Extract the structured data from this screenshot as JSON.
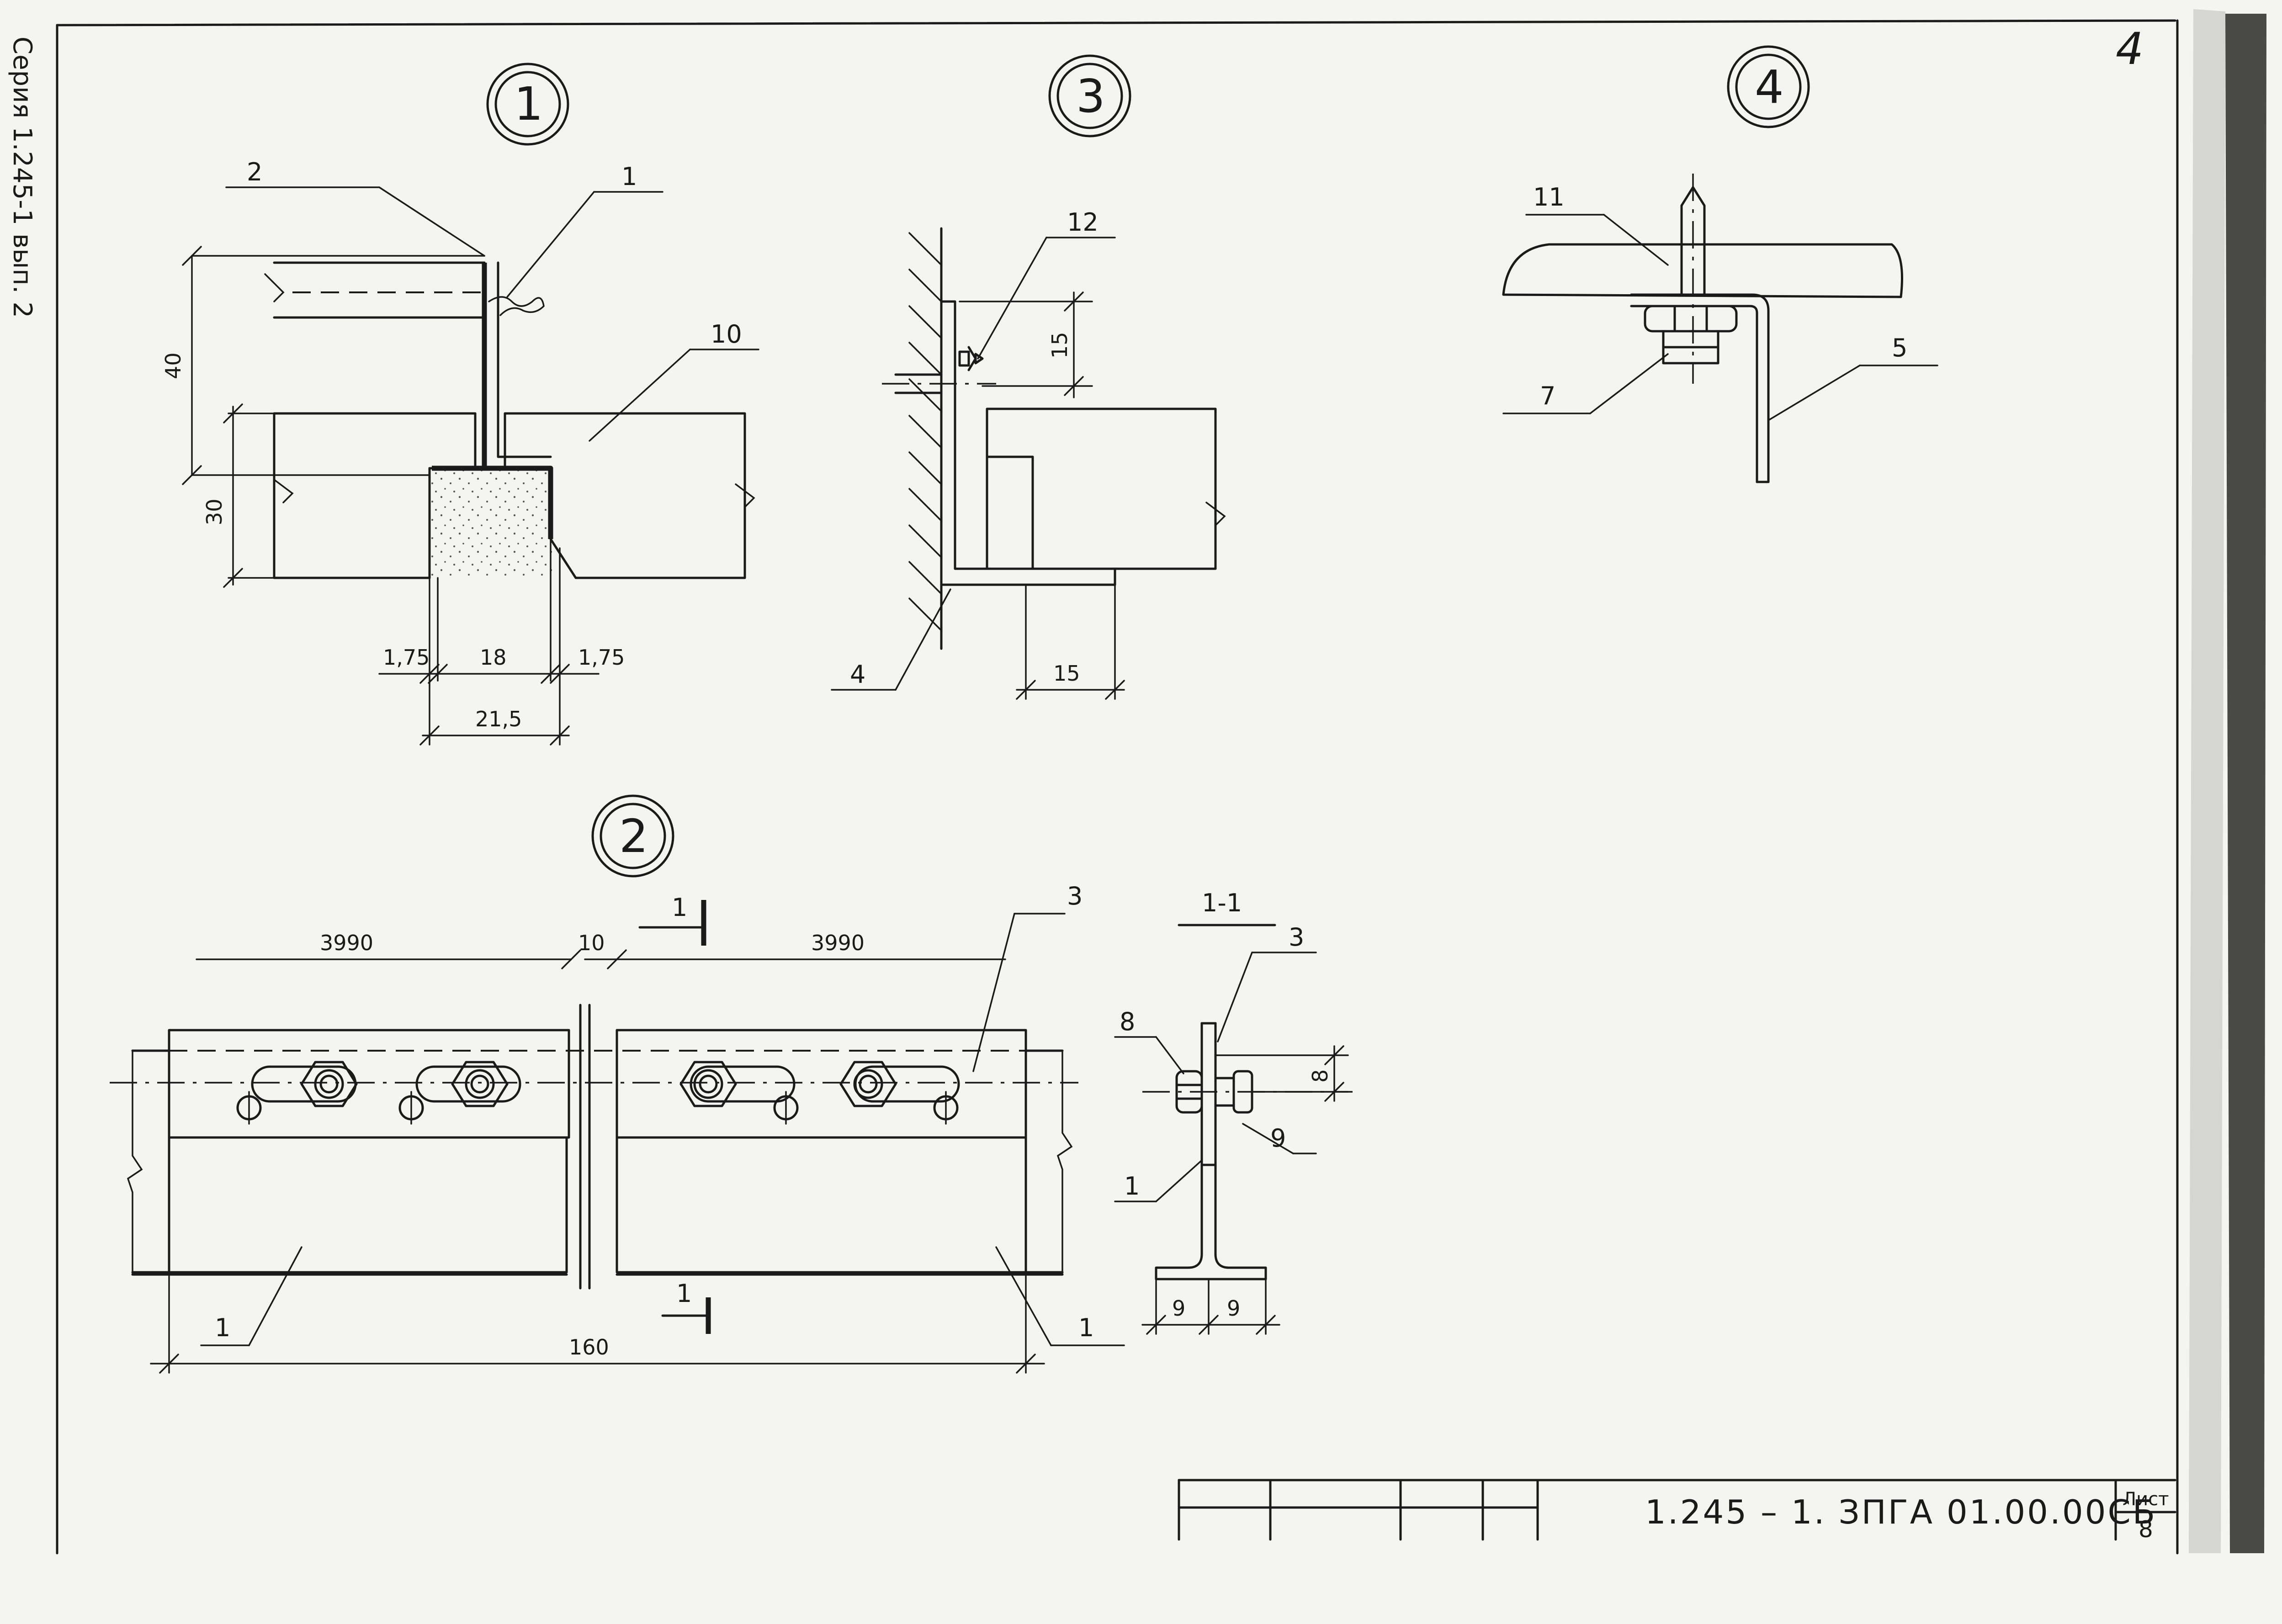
{
  "sheet": {
    "page_number": "4",
    "side_stamp": "Серия 1.245-1 вып. 2",
    "title_block": {
      "code": "1.245 – 1. ЗПГА 01.00.00СБ",
      "sheet_label": "Лист",
      "sheet_number": "8"
    }
  },
  "views": {
    "view1": {
      "marker": "1",
      "callouts": {
        "c1": "1",
        "c2": "2",
        "c10": "10"
      },
      "dims": {
        "h40": "40",
        "h30": "30",
        "w175a": "1,75",
        "w18": "18",
        "w175b": "1,75",
        "w215": "21,5"
      }
    },
    "view3": {
      "marker": "3",
      "callouts": {
        "c12": "12",
        "c4": "4"
      },
      "dims": {
        "v15": "15",
        "h15": "15"
      }
    },
    "view4": {
      "marker": "4",
      "callouts": {
        "c11": "11",
        "c7": "7",
        "c5": "5"
      }
    },
    "view2": {
      "marker": "2",
      "section_mark": "1",
      "section_mark_bottom": "1",
      "callouts": {
        "c3": "3",
        "c1a": "1",
        "c1b": "1"
      },
      "dims": {
        "left": "3990",
        "gap": "10",
        "right": "3990",
        "total": "160"
      }
    },
    "section11": {
      "title": "1-1",
      "callouts": {
        "c3": "3",
        "c8": "8",
        "c9": "9",
        "c1": "1"
      },
      "dims": {
        "v8": "8",
        "w9a": "9",
        "w9b": "9"
      }
    }
  }
}
